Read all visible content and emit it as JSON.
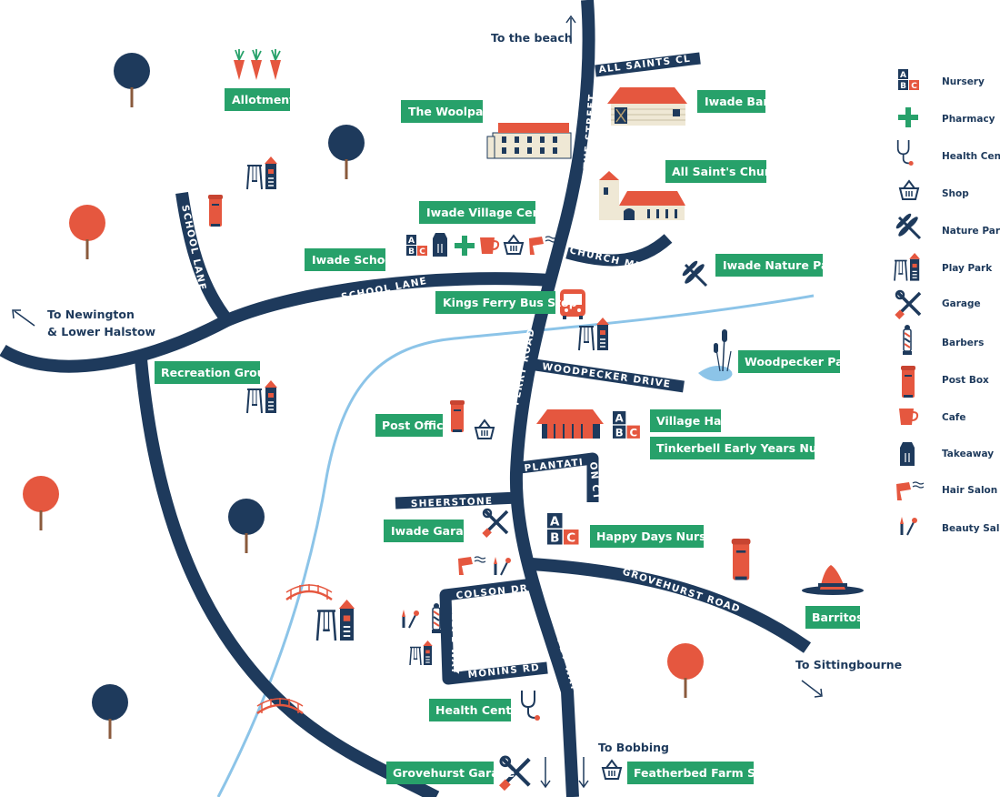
{
  "colors": {
    "road": "#1e3a5c",
    "river": "#8cc4e8",
    "label_bg": "#27a16a",
    "accent": "#e5573f",
    "tree_red": "#e5573f",
    "tree_navy": "#1e3a5c",
    "trunk": "#8a5a3c",
    "building_wall": "#efe8d5"
  },
  "directions": {
    "beach": "To the beach",
    "newington_line1": "To Newington",
    "newington_line2": "& Lower Halstow",
    "sittingbourne": "To Sittingbourne",
    "bobbing": "To Bobbing"
  },
  "roads": {
    "the_street": "THE STREET",
    "all_saints_cl": "ALL SAINTS CL",
    "church_mews": "CHURCH MEWS",
    "school_lane_v": "SCHOOL LANE",
    "school_lane_h": "SCHOOL LANE",
    "ferry_road": "FERRY ROAD",
    "woodpecker_drive": "WOODPECKER DRIVE",
    "plantation_ct": "PLANTATION CT",
    "sheerstone": "SHEERSTONE",
    "colson_dr": "COLSON DR",
    "alefe_way": "ALEFE WAY",
    "monins_rd": "MONINS RD",
    "sheppey_way": "SHEPPEY WAY",
    "grovehurst_road": "GROVEHURST ROAD"
  },
  "places": {
    "allotments": "Allotments",
    "woolpack": "The Woolpack",
    "iwade_barn": "Iwade Barn",
    "all_saints_church": "All Saint's Church",
    "village_centre": "Iwade Village Centre",
    "iwade_school": "Iwade School",
    "nature_park": "Iwade Nature Park",
    "bus_stop": "Kings Ferry Bus Stop",
    "recreation_ground": "Recreation Ground",
    "woodpecker_park": "Woodpecker Park",
    "post_office": "Post Office",
    "village_hall": "Village Hall",
    "tinkerbell": "Tinkerbell Early Years Nursery",
    "iwade_garage": "Iwade Garage",
    "happy_days": "Happy Days Nursery",
    "barritos": "Barritos",
    "health_centre": "Health Centre",
    "grovehurst_garage": "Grovehurst Garage",
    "featherbed": "Featherbed Farm Shop"
  },
  "legend": {
    "items": [
      {
        "icon": "nursery-icon",
        "label": "Nursery"
      },
      {
        "icon": "pharmacy-icon",
        "label": "Pharmacy"
      },
      {
        "icon": "health-centre-icon",
        "label": "Health Centre"
      },
      {
        "icon": "shop-icon",
        "label": "Shop"
      },
      {
        "icon": "nature-park-icon",
        "label": "Nature Park"
      },
      {
        "icon": "play-park-icon",
        "label": "Play Park"
      },
      {
        "icon": "garage-icon",
        "label": "Garage"
      },
      {
        "icon": "barbers-icon",
        "label": "Barbers"
      },
      {
        "icon": "post-box-icon",
        "label": "Post Box"
      },
      {
        "icon": "cafe-icon",
        "label": "Cafe"
      },
      {
        "icon": "takeaway-icon",
        "label": "Takeaway"
      },
      {
        "icon": "hair-salon-icon",
        "label": "Hair Salon"
      },
      {
        "icon": "beauty-salon-icon",
        "label": "Beauty Salon"
      }
    ]
  }
}
